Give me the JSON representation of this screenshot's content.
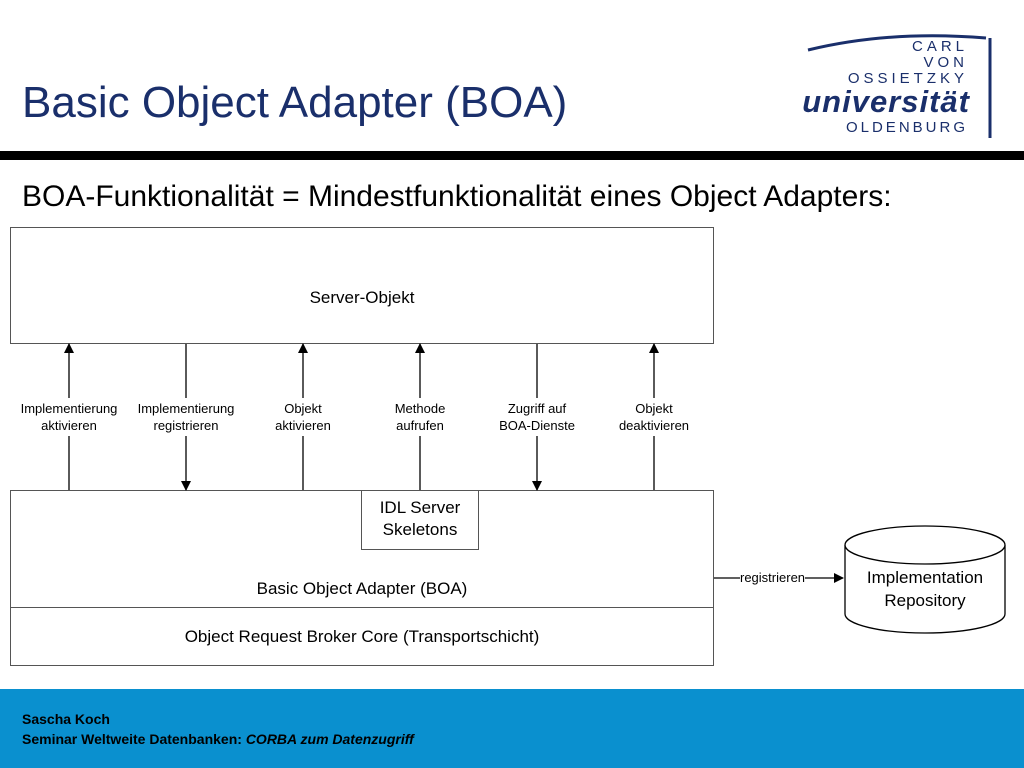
{
  "header": {
    "title": "Basic Object Adapter (BOA)",
    "logo": {
      "line1": "CARL",
      "line2": "VON",
      "line3": "OSSIETZKY",
      "line4": "universität",
      "line5": "OLDENBURG"
    }
  },
  "subtitle": "BOA-Funktionalität = Mindestfunktionalität eines Object Adapters:",
  "diagram": {
    "server_object": "Server-Objekt",
    "operations": [
      {
        "line1": "Implementierung",
        "line2": "aktivieren",
        "direction": "up"
      },
      {
        "line1": "Implementierung",
        "line2": "registrieren",
        "direction": "down"
      },
      {
        "line1": "Objekt",
        "line2": "aktivieren",
        "direction": "up"
      },
      {
        "line1": "Methode",
        "line2": "aufrufen",
        "direction": "up"
      },
      {
        "line1": "Zugriff auf",
        "line2": "BOA-Dienste",
        "direction": "down"
      },
      {
        "line1": "Objekt",
        "line2": "deaktivieren",
        "direction": "up"
      }
    ],
    "idl_skeletons": {
      "line1": "IDL Server",
      "line2": "Skeletons"
    },
    "boa": "Basic Object Adapter (BOA)",
    "orb_core": "Object Request Broker Core (Transportschicht)",
    "register_label": "registrieren",
    "repository": {
      "line1": "Implementation",
      "line2": "Repository"
    }
  },
  "footer": {
    "author": "Sascha Koch",
    "seminar_prefix": "Seminar Weltweite Datenbanken: ",
    "seminar_topic": "CORBA zum Datenzugriff"
  },
  "colors": {
    "title": "#1a2f6b",
    "footer_bg": "#0a90cf",
    "rule": "#000000"
  }
}
